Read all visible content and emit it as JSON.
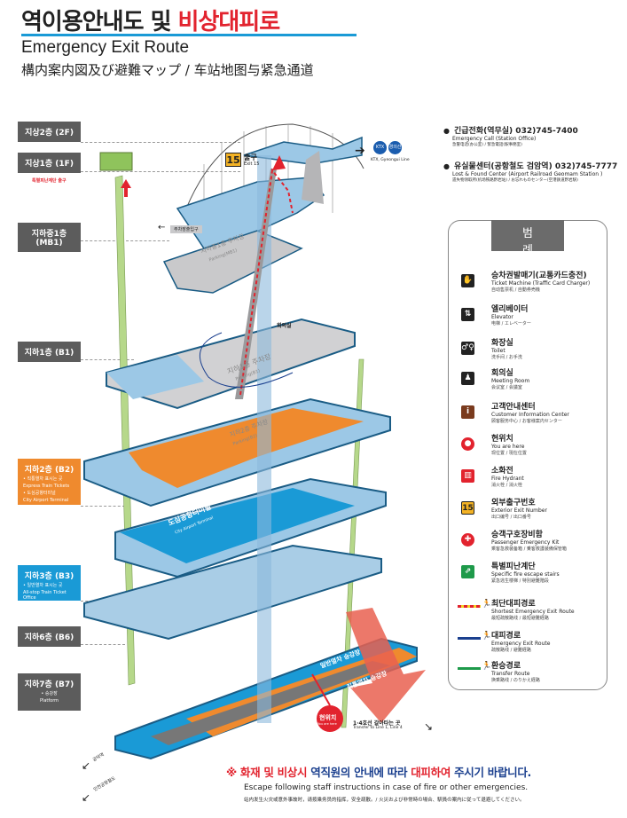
{
  "header": {
    "title_ko_prefix": "역이용안내도 및 ",
    "title_ko_highlight": "비상대피로",
    "title_en": "Emergency Exit Route",
    "title_cjk": "構内案内図及び避難マップ / 车站地图与紧急通道"
  },
  "floors": [
    {
      "label": "지상2층 (2F)",
      "style": "gray"
    },
    {
      "label": "지상1층 (1F)",
      "style": "gray"
    },
    {
      "label": "지하중1층 (MB1)",
      "style": "gray"
    },
    {
      "label": "지하1층 (B1)",
      "style": "gray"
    },
    {
      "label": "지하2층 (B2)",
      "style": "orange",
      "notes": [
        "• 직통열차 표시는 곳",
        "Express Train Tickets",
        "• 도심공항터미널",
        "City Airport Terminal"
      ]
    },
    {
      "label": "지하3층 (B3)",
      "style": "blue",
      "notes": [
        "• 일반열차 표시는 곳",
        "All-stop Train Ticket Office"
      ]
    },
    {
      "label": "지하6층 (B6)",
      "style": "gray"
    },
    {
      "label": "지하7층 (B7)",
      "style": "gray",
      "notes": [
        "• 승강장",
        "Platform"
      ]
    }
  ],
  "diagram": {
    "exit_number": "15",
    "exit_label": "출구",
    "exit_label_en": "Exit 15",
    "ktx_line_label": "KTX, Gyeongui Line",
    "ktx_badge": "KTX",
    "gyeongui_badge": "경의선",
    "parking_exit": "주차장출입구",
    "fire_escape_exit": "특별피난계단 출구",
    "parking_b1": "지하1층 주차장",
    "parking_b1_en": "Parking(B1)",
    "parking_b2": "지하2층 주차장",
    "parking_b2_en": "Parking(B2)",
    "parking_mb1": "지하중1층 주차장",
    "parking_mb1_en": "Parking(MB1)",
    "meeting_room": "회의실",
    "city_terminal": "도심공항터미널",
    "city_terminal_en": "City Airport Terminal",
    "allstop_platform": "일반열차 승강장",
    "express_platform": "직통열차 승강장",
    "you_are_here": "현위치",
    "you_are_here_en": "You are here",
    "transfer": "1·4호선 갈아타는 곳",
    "transfer_en": "Transfer to Line 1, Line 4",
    "to_line1": "공덕역",
    "to_line4": "인천공항철도",
    "colors": {
      "blue_floor": "#1a9ad6",
      "orange_floor": "#ef8a2e",
      "gray_floor": "#c9c9cb",
      "light_blue": "#9cc8e6",
      "green_stair": "#b6d88a",
      "route_red": "#e2232e"
    }
  },
  "contacts": [
    {
      "head": "긴급전화(역무실) 032)745-7400",
      "en": "Emergency Call (Station Office)",
      "cjk": "急警电话(办公室) / 緊急電話(駅事務室)"
    },
    {
      "head": "유실물센터(공항철도 검암역) 032)745-7777",
      "en": "Lost & Found Center (Airport Railroad Geomam Station )",
      "cjk": "遗失物领取所(机场铁路黔岩站) / お忘れものセンター(空港鉄道黔岩駅)"
    }
  ],
  "legend": {
    "title": "범 례",
    "subtitle": "Legend 范例/凡例",
    "items": [
      {
        "icon": "ticket-machine-icon",
        "glyph": "✋",
        "color": "#222222",
        "ko": "승차권발매기(교통카드충전)",
        "en": "Ticket Machine (Traffic Card Charger)",
        "cjk": "自动售票机 / 自動券売機"
      },
      {
        "icon": "elevator-icon",
        "glyph": "⇅",
        "color": "#222222",
        "ko": "엘리베이터",
        "en": "Elevator",
        "cjk": "电梯 / エレベーター"
      },
      {
        "icon": "toilet-icon",
        "glyph": "♂♀",
        "color": "#222222",
        "ko": "화장실",
        "en": "Toilet",
        "cjk": "洗手间 / お手洗"
      },
      {
        "icon": "meeting-room-icon",
        "glyph": "♟",
        "color": "#222222",
        "ko": "회의실",
        "en": "Meeting Room",
        "cjk": "会议室 / 会議室"
      },
      {
        "icon": "info-icon",
        "glyph": "i",
        "color": "#7a3b1e",
        "ko": "고객안내센터",
        "en": "Customer Information Center",
        "cjk": "顾客服务中心 / お客様案内センター"
      },
      {
        "icon": "you-are-here-icon",
        "glyph": "●",
        "color": "#e2232e",
        "ko": "현위치",
        "en": "You are here",
        "cjk": "现位置 / 現在位置"
      },
      {
        "icon": "fire-hydrant-icon",
        "glyph": "▥",
        "color": "#e2232e",
        "ko": "소화전",
        "en": "Fire Hydrant",
        "cjk": "消火栓 / 消火栓"
      },
      {
        "icon": "exit-number-icon",
        "glyph": "15",
        "color": "#f3b224",
        "ko": "외부출구번호",
        "en": "Exterior Exit Number",
        "cjk": "出口编号 / 出口番号"
      },
      {
        "icon": "emergency-kit-icon",
        "glyph": "✚",
        "color": "#e2232e",
        "ko": "승객구호장비함",
        "en": "Passenger Emergency Kit",
        "cjk": "乘客急救装备箱 / 乗客救護装備保管箱"
      },
      {
        "icon": "escape-stairs-icon",
        "glyph": "⇗",
        "color": "#1e9a4a",
        "ko": "특별피난계단",
        "en": "Specific fire escape stairs",
        "cjk": "紧急逃生楼梯 / 特別避難階段"
      },
      {
        "icon": "shortest-route-icon",
        "glyph": "",
        "color": "#e2232e",
        "ko": "최단대피경로",
        "en": "Shortest Emergency Exit Route",
        "cjk": "最短疏散路线 / 最短避難経路"
      },
      {
        "icon": "exit-route-icon",
        "glyph": "",
        "color": "#1a3f8e",
        "ko": "대피경로",
        "en": "Emergency Exit Route",
        "cjk": "疏散路线 / 避難経路"
      },
      {
        "icon": "transfer-route-icon",
        "glyph": "",
        "color": "#1e9a4a",
        "ko": "환승경로",
        "en": "Transfer Route",
        "cjk": "换乘路线 / のりかえ経路"
      }
    ]
  },
  "footer": {
    "ko_mark": "※ ",
    "ko_red1": "화재 및 비상시",
    "ko_mid": " 역직원의 안내에 따라 ",
    "ko_red2": "대피하여",
    "ko_end": " 주시기 바랍니다.",
    "en": "Escape following staff instructions in case of fire or other emergencies.",
    "cjk": "站内发生火灾或意外事故时，请按乘务员的指挥，安全疏散。/ 火災および非常時の場合、駅員の案内に従って退避してください。"
  }
}
